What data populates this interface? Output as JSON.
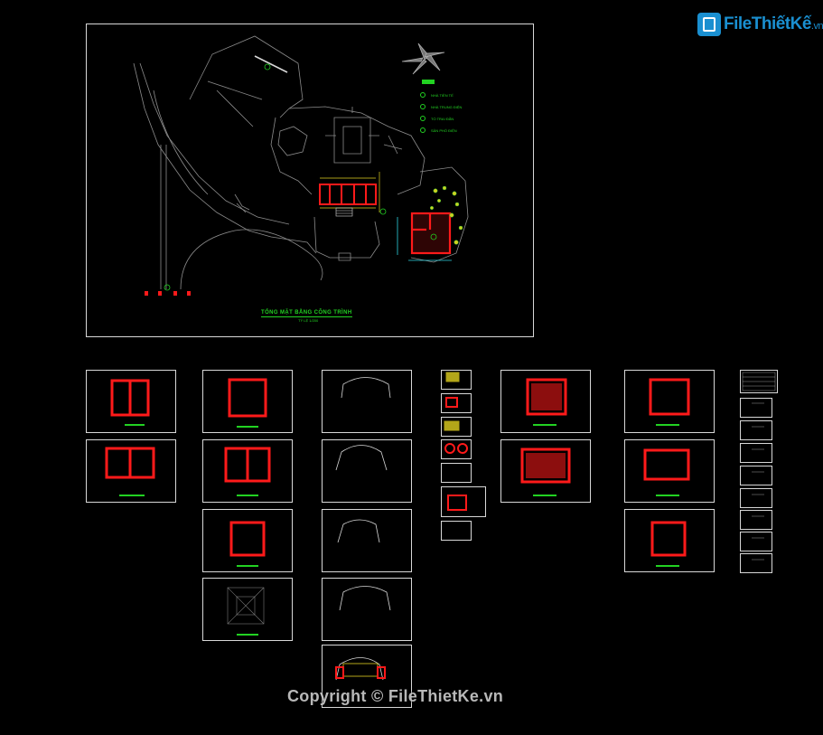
{
  "watermark": {
    "brand_main": "File",
    "brand_rest": "ThiếtKế",
    "brand_domain": ".vn",
    "copyright": "Copyright © FileThietKe.vn"
  },
  "site_plan": {
    "title": "TỔNG MẶT BẰNG CÔNG TRÌNH",
    "scale": "TỶ LỆ 1/200",
    "legend": [
      "NHÀ TIỀN TẾ",
      "NHÀ TRUNG ĐIỆN",
      "TỔ TRAI ĐÃN",
      "SÂN PHÒ ĐIỆN"
    ]
  },
  "colors": {
    "background": "#000000",
    "frame": "#d8d8d8",
    "wall": "#ff1a1a",
    "green": "#22d222",
    "cyan": "#2fd3e0",
    "yellow": "#e0d020",
    "line": "#9a9a9a"
  }
}
